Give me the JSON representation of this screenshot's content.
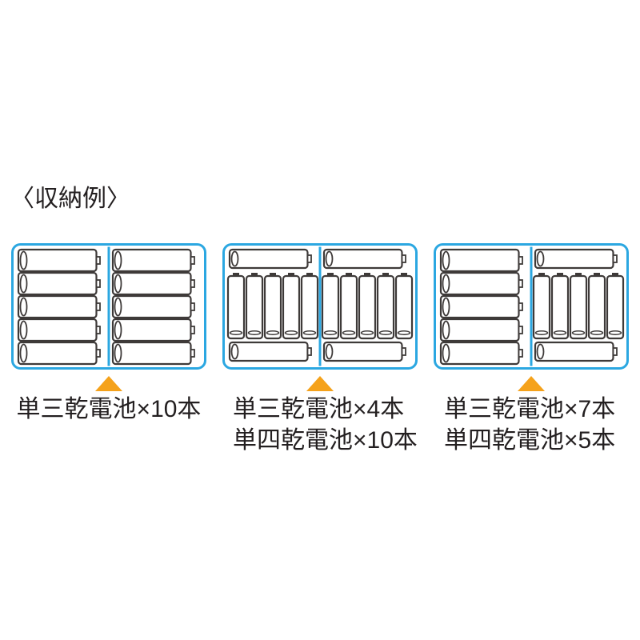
{
  "heading": {
    "text": "〈収納例〉"
  },
  "colors": {
    "background": "#FFFFFF",
    "case_border": "#2BA7E1",
    "battery_outline": "#3E3A39",
    "battery_fill": "#FFFFFF",
    "triangle": "#F5A21B",
    "text": "#231F20"
  },
  "battery_types": {
    "aa_name": "単三乾電池",
    "aaa_name": "単四乾電池"
  },
  "cases": [
    {
      "name": "case-aa10",
      "halves": [
        "aa5",
        "aa5"
      ],
      "contents": {
        "aa_count": 10,
        "aaa_count": 0
      },
      "label_lines": [
        "単三乾電池×10本"
      ],
      "label_align": "center"
    },
    {
      "name": "case-aa4-aaa10",
      "halves": [
        "aa-aaa5-aa",
        "aa-aaa5-aa"
      ],
      "contents": {
        "aa_count": 4,
        "aaa_count": 10
      },
      "label_lines": [
        "単三乾電池×4本",
        "単四乾電池×10本"
      ],
      "label_align": "left"
    },
    {
      "name": "case-aa7-aaa5",
      "halves": [
        "aa5",
        "aa-aaa5-aa"
      ],
      "contents": {
        "aa_count": 7,
        "aaa_count": 5
      },
      "label_lines": [
        "単三乾電池×7本",
        "単四乾電池×5本"
      ],
      "label_align": "left"
    }
  ]
}
